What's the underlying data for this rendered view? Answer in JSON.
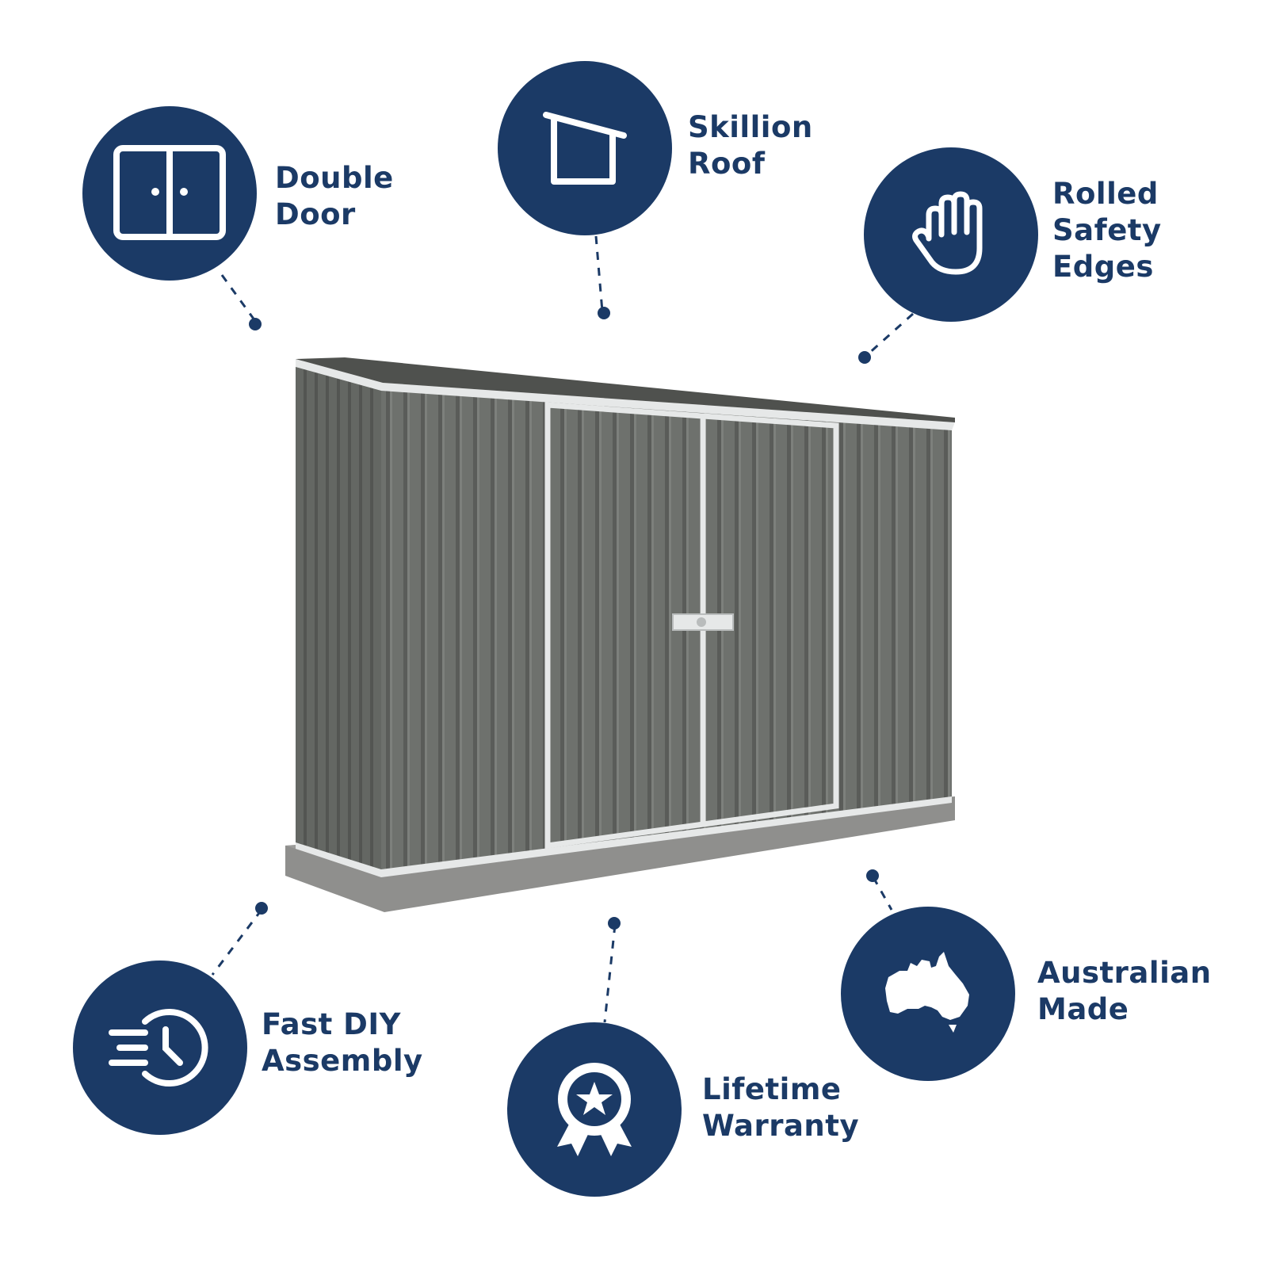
{
  "colors": {
    "navy": "#1b3a66",
    "shed_panel": "#6e716d",
    "shed_rib_dark": "#5a5c59",
    "shed_rib_light": "#7d807c",
    "trim": "#e6e8e8",
    "slab": "#8f8f8d",
    "slab_top": "#a5a5a3"
  },
  "features": [
    {
      "id": "double-door",
      "icon": "double-door-icon",
      "lines": [
        "Double",
        "Door"
      ]
    },
    {
      "id": "skillion-roof",
      "icon": "skillion-roof-icon",
      "lines": [
        "Skillion",
        "Roof"
      ]
    },
    {
      "id": "rolled-safety-edges",
      "icon": "hand-icon",
      "lines": [
        "Rolled",
        "Safety",
        "Edges"
      ]
    },
    {
      "id": "fast-diy-assembly",
      "icon": "fast-clock-icon",
      "lines": [
        "Fast DIY",
        "Assembly"
      ]
    },
    {
      "id": "lifetime-warranty",
      "icon": "award-ribbon-icon",
      "lines": [
        "Lifetime",
        "Warranty"
      ]
    },
    {
      "id": "australian-made",
      "icon": "australia-map-icon",
      "lines": [
        "Australian",
        "Made"
      ]
    }
  ]
}
